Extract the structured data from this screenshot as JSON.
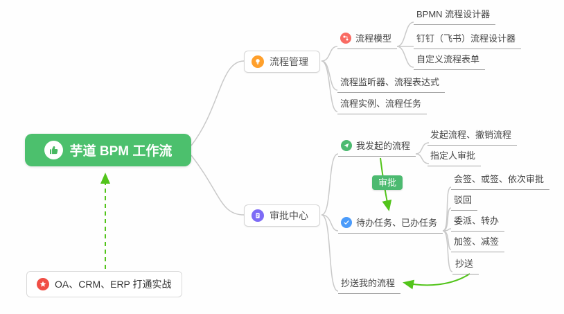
{
  "nodes": {
    "root": {
      "label": "芋道 BPM 工作流"
    },
    "process_mgmt": {
      "label": "流程管理"
    },
    "process_model": {
      "label": "流程模型"
    },
    "bpmn_designer": {
      "label": "BPMN 流程设计器"
    },
    "dingtalk_designer": {
      "label": "钉钉（飞书）流程设计器"
    },
    "custom_form": {
      "label": "自定义流程表单"
    },
    "listener_expr": {
      "label": "流程监听器、流程表达式"
    },
    "instance_task": {
      "label": "流程实例、流程任务"
    },
    "approval_center": {
      "label": "审批中心"
    },
    "my_initiated": {
      "label": "我发起的流程"
    },
    "initiate_cancel": {
      "label": "发起流程、撤销流程"
    },
    "assignee": {
      "label": "指定人审批"
    },
    "approve_badge": {
      "label": "审批"
    },
    "todo_done": {
      "label": "待办任务、已办任务"
    },
    "countersign": {
      "label": "会签、或签、依次审批"
    },
    "reject": {
      "label": "驳回"
    },
    "delegate": {
      "label": "委派、转办"
    },
    "sign_add_remove": {
      "label": "加签、减签"
    },
    "cc": {
      "label": "抄送"
    },
    "cc_my": {
      "label": "抄送我的流程"
    },
    "oa_note": {
      "label": "OA、CRM、ERP 打通实战"
    }
  },
  "icons": {
    "root": "thumbs-up-icon",
    "process_mgmt": "lightbulb-icon",
    "process_model": "flow-icon",
    "approval_center": "document-icon",
    "my_initiated": "send-icon",
    "todo_done": "check-icon",
    "oa_note": "star-icon"
  },
  "colors": {
    "root_bg": "#4cc06d",
    "badge_bg": "#4cba70",
    "arrow_green": "#52c41a",
    "connector_gray": "#c9c9c9",
    "underline_gray": "#a3a3a3",
    "icon_orange": "#ffa02c",
    "icon_red": "#f96b63",
    "icon_purple": "#7d6bf6",
    "icon_green": "#4cba70",
    "icon_blue": "#4b9bfa",
    "icon_star_red": "#f04e45"
  }
}
